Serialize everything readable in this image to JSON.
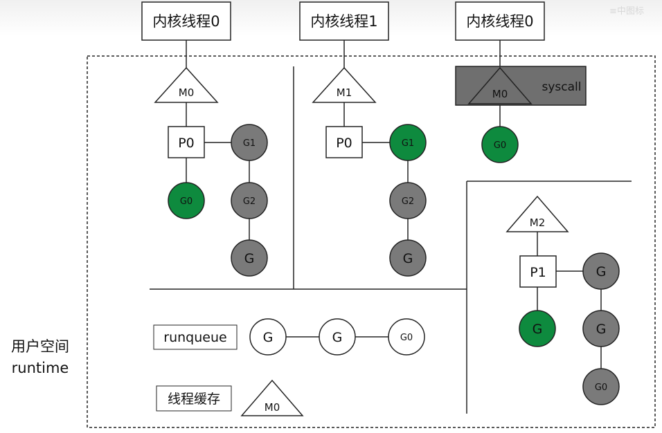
{
  "kernel_threads": [
    "内核线程0",
    "内核线程1",
    "内核线程0"
  ],
  "machines": {
    "m0_left": "M0",
    "m1": "M1",
    "m0_syscall": "M0",
    "m2": "M2",
    "m0_cache": "M0"
  },
  "processors": {
    "p0_left": "P0",
    "p0_mid": "P0",
    "p1": "P1"
  },
  "goroutines": {
    "left_running": "G0",
    "left_queue": [
      "G1",
      "G2",
      "G"
    ],
    "mid_running": "G1",
    "mid_queue": [
      "G2",
      "G"
    ],
    "syscall_g": "G0",
    "right_running": "G",
    "right_queue": [
      "G",
      "G",
      "G0"
    ],
    "global_queue": [
      "G",
      "G",
      "G0"
    ]
  },
  "syscall_label": "syscall",
  "runqueue_label": "runqueue",
  "thread_cache_label": "线程缓存",
  "side_label": {
    "line1": "用户空间",
    "line2": "runtime"
  },
  "watermark": "≡中图标",
  "colors": {
    "running": "#0e8a3e",
    "queued": "#7a7a7a",
    "idle": "#ffffff",
    "syscall_box": "#6f6f6f",
    "stroke": "#222222"
  }
}
